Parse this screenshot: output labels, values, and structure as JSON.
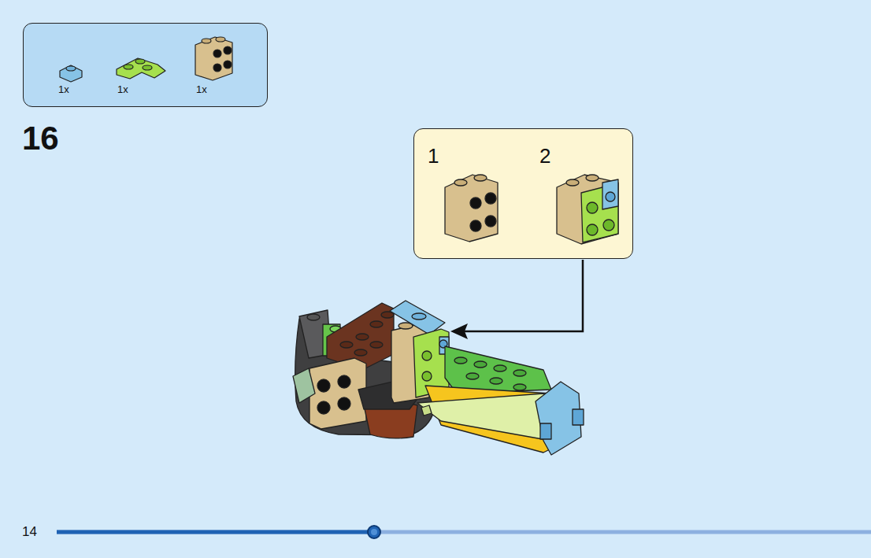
{
  "diagram": {
    "nodes": [
      {
        "text": [
          "1x",
          "1x",
          "1x"
        ]
      },
      {
        "text": [
          "1",
          "2"
        ]
      }
    ],
    "labels": [
      "16",
      "14"
    ]
  }
}
